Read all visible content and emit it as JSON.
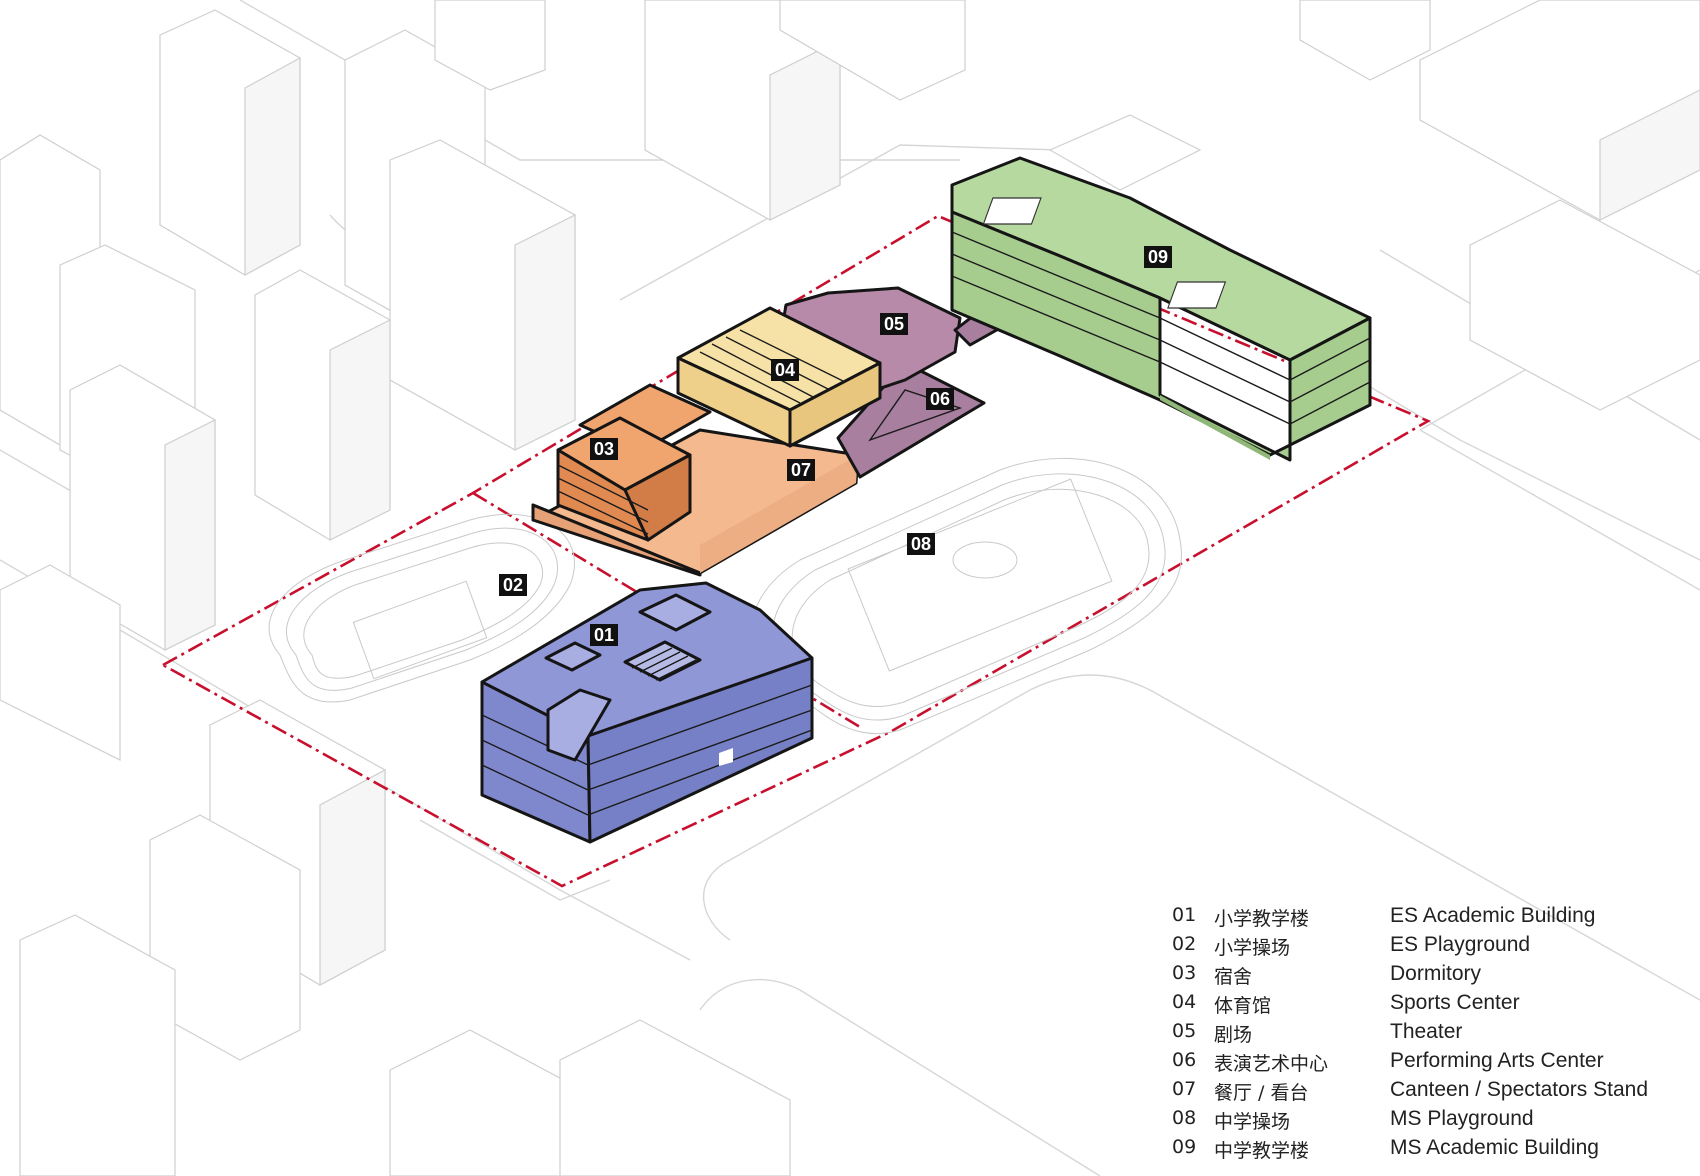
{
  "diagram": {
    "colors": {
      "es_academic": "#8f97d6",
      "dormitory": "#e89860",
      "sports_center": "#f6e1a6",
      "theater": "#b68aa8",
      "performing_arts": "#a87f9f",
      "canteen": "#f4b98e",
      "ms_academic": "#b6d9a0",
      "site_boundary": "#c8102e",
      "context": "#cfcfcf"
    },
    "tags": {
      "t01": "01",
      "t02": "02",
      "t03": "03",
      "t04": "04",
      "t05": "05",
      "t06": "06",
      "t07": "07",
      "t08": "08",
      "t09": "09"
    }
  },
  "legend": [
    {
      "num": "01",
      "cn": "小学教学楼",
      "en": "ES Academic Building"
    },
    {
      "num": "02",
      "cn": "小学操场",
      "en": "ES Playground"
    },
    {
      "num": "03",
      "cn": "宿舍",
      "en": "Dormitory"
    },
    {
      "num": "04",
      "cn": "体育馆",
      "en": "Sports Center"
    },
    {
      "num": "05",
      "cn": "剧场",
      "en": "Theater"
    },
    {
      "num": "06",
      "cn": "表演艺术中心",
      "en": "Performing Arts Center"
    },
    {
      "num": "07",
      "cn": "餐厅 / 看台",
      "en": "Canteen / Spectators Stand"
    },
    {
      "num": "08",
      "cn": "中学操场",
      "en": "MS Playground"
    },
    {
      "num": "09",
      "cn": "中学教学楼",
      "en": "MS Academic Building"
    }
  ]
}
